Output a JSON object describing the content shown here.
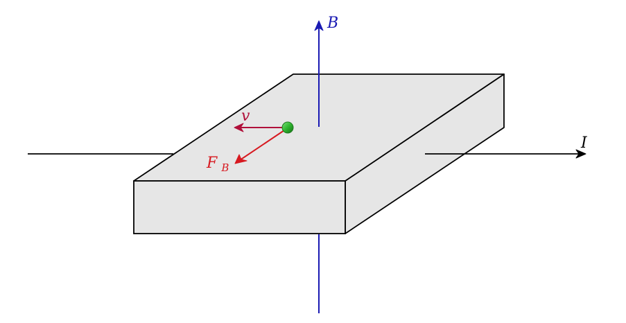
{
  "labels": {
    "magnetic_field": "B",
    "current": "I",
    "velocity": "v",
    "force_main": "F",
    "force_sub": "B"
  },
  "colors": {
    "background": "#ffffff",
    "slab_fill": "#e6e6e6",
    "slab_stroke": "#000000",
    "field_axis": "#1a1ab3",
    "current_wire": "#000000",
    "velocity_arrow": "#b0103a",
    "force_arrow": "#d71920",
    "charge_fill": "#2fb52f",
    "charge_stroke": "#1f7a1f"
  }
}
